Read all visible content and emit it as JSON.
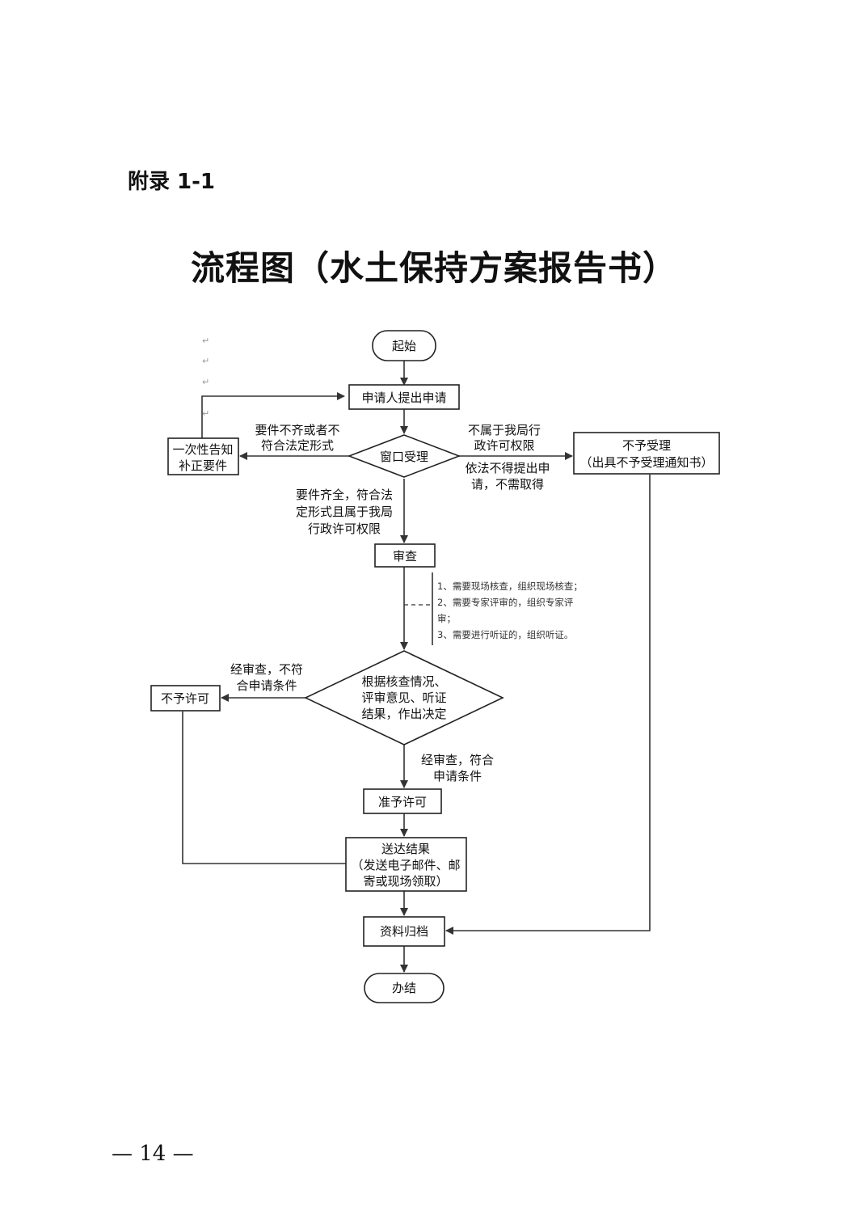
{
  "header": {
    "appendix": "附录 1-1",
    "title": "流程图（水土保持方案报告书）"
  },
  "nodes": {
    "start": "起始",
    "apply": "申请人提出申请",
    "notify_line1": "一次性告知",
    "notify_line2": "补正要件",
    "window": "窗口受理",
    "reject_line1": "不予受理",
    "reject_line2": "（出具不予受理通知书）",
    "review": "审查",
    "decision_line1": "根据核查情况、",
    "decision_line2": "评审意见、听证",
    "decision_line3": "结果，作出决定",
    "deny": "不予许可",
    "grant": "准予许可",
    "deliver_line1": "送达结果",
    "deliver_line2": "（发送电子邮件、邮",
    "deliver_line3": "寄或现场领取）",
    "archive": "资料归档",
    "end": "办结"
  },
  "edge_labels": {
    "incomplete_line1": "要件不齐或者不",
    "incomplete_line2": "符合法定形式",
    "out_of_scope_line1": "不属于我局行",
    "out_of_scope_line2": "政许可权限",
    "not_required_line1": "依法不得提出申",
    "not_required_line2": "请，不需取得",
    "complete_line1": "要件齐全，符合法",
    "complete_line2": "定形式且属于我局",
    "complete_line3": "行政许可权限",
    "fail_line1": "经审查，不符",
    "fail_line2": "合申请条件",
    "pass_line1": "经审查，符合",
    "pass_line2": "申请条件"
  },
  "review_notes": {
    "line1": "1、需要现场核查，组织现场核查；",
    "line2": "2、需要专家评审的，组织专家评",
    "line3": "审；",
    "line4": "3、需要进行听证的，组织听证。"
  },
  "footer": {
    "page_number": "— 14 —"
  }
}
